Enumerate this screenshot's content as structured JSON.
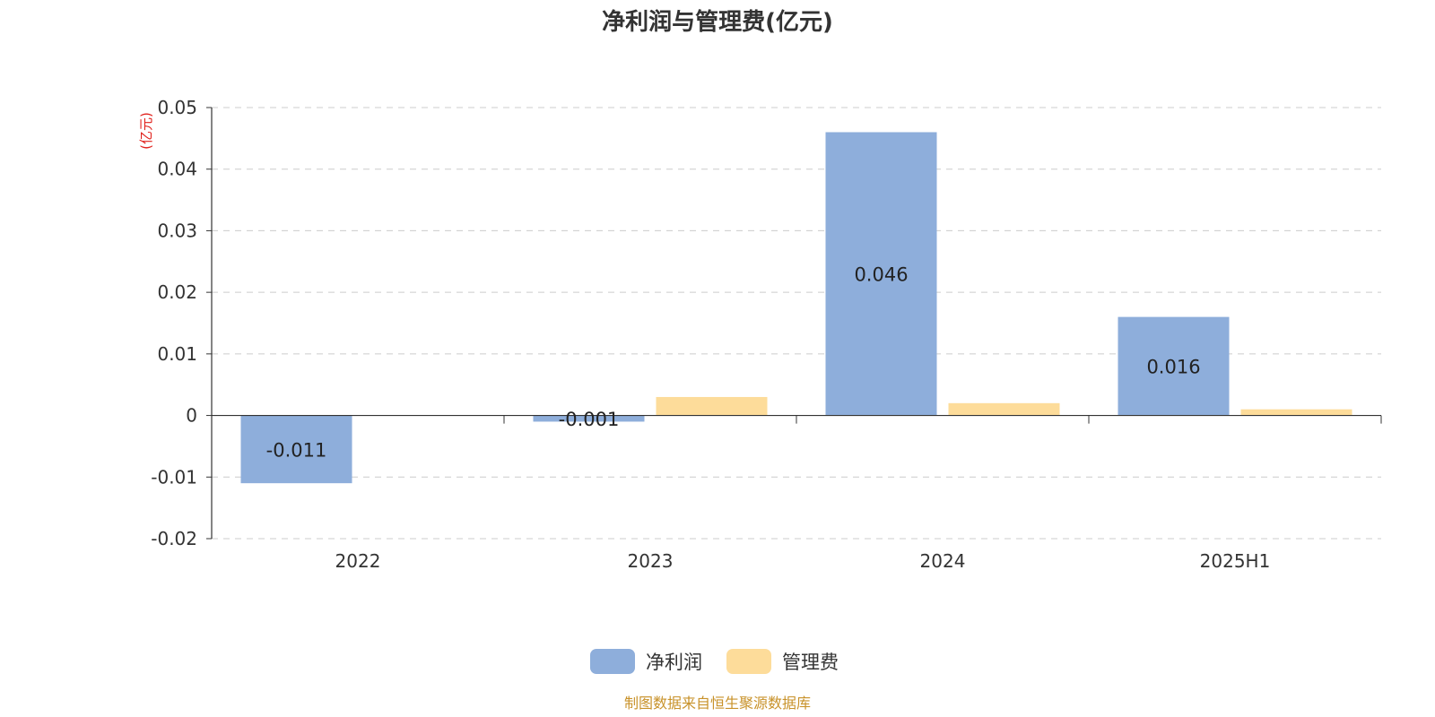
{
  "chart_data": {
    "type": "bar",
    "title": "净利润与管理费(亿元)",
    "ylabel": "(亿元)",
    "xlabel": "",
    "categories": [
      "2022",
      "2023",
      "2024",
      "2025H1"
    ],
    "ylim": [
      -0.02,
      0.05
    ],
    "yticks": [
      -0.02,
      -0.01,
      0,
      0.01,
      0.02,
      0.03,
      0.04,
      0.05
    ],
    "ytick_labels": [
      "-0.02",
      "-0.01",
      "0",
      "0.01",
      "0.02",
      "0.03",
      "0.04",
      "0.05"
    ],
    "grid": true,
    "legend_position": "bottom-center",
    "series": [
      {
        "name": "净利润",
        "color": "#8eaedb",
        "values": [
          -0.011,
          -0.001,
          0.046,
          0.016
        ],
        "labels": [
          "-0.011",
          "-0.001",
          "0.046",
          "0.016"
        ]
      },
      {
        "name": "管理费",
        "color": "#fddc9a",
        "values": [
          0,
          0.003,
          0.002,
          0.001
        ],
        "labels": [
          "",
          "",
          "",
          ""
        ]
      }
    ]
  },
  "source": "制图数据来自恒生聚源数据库"
}
